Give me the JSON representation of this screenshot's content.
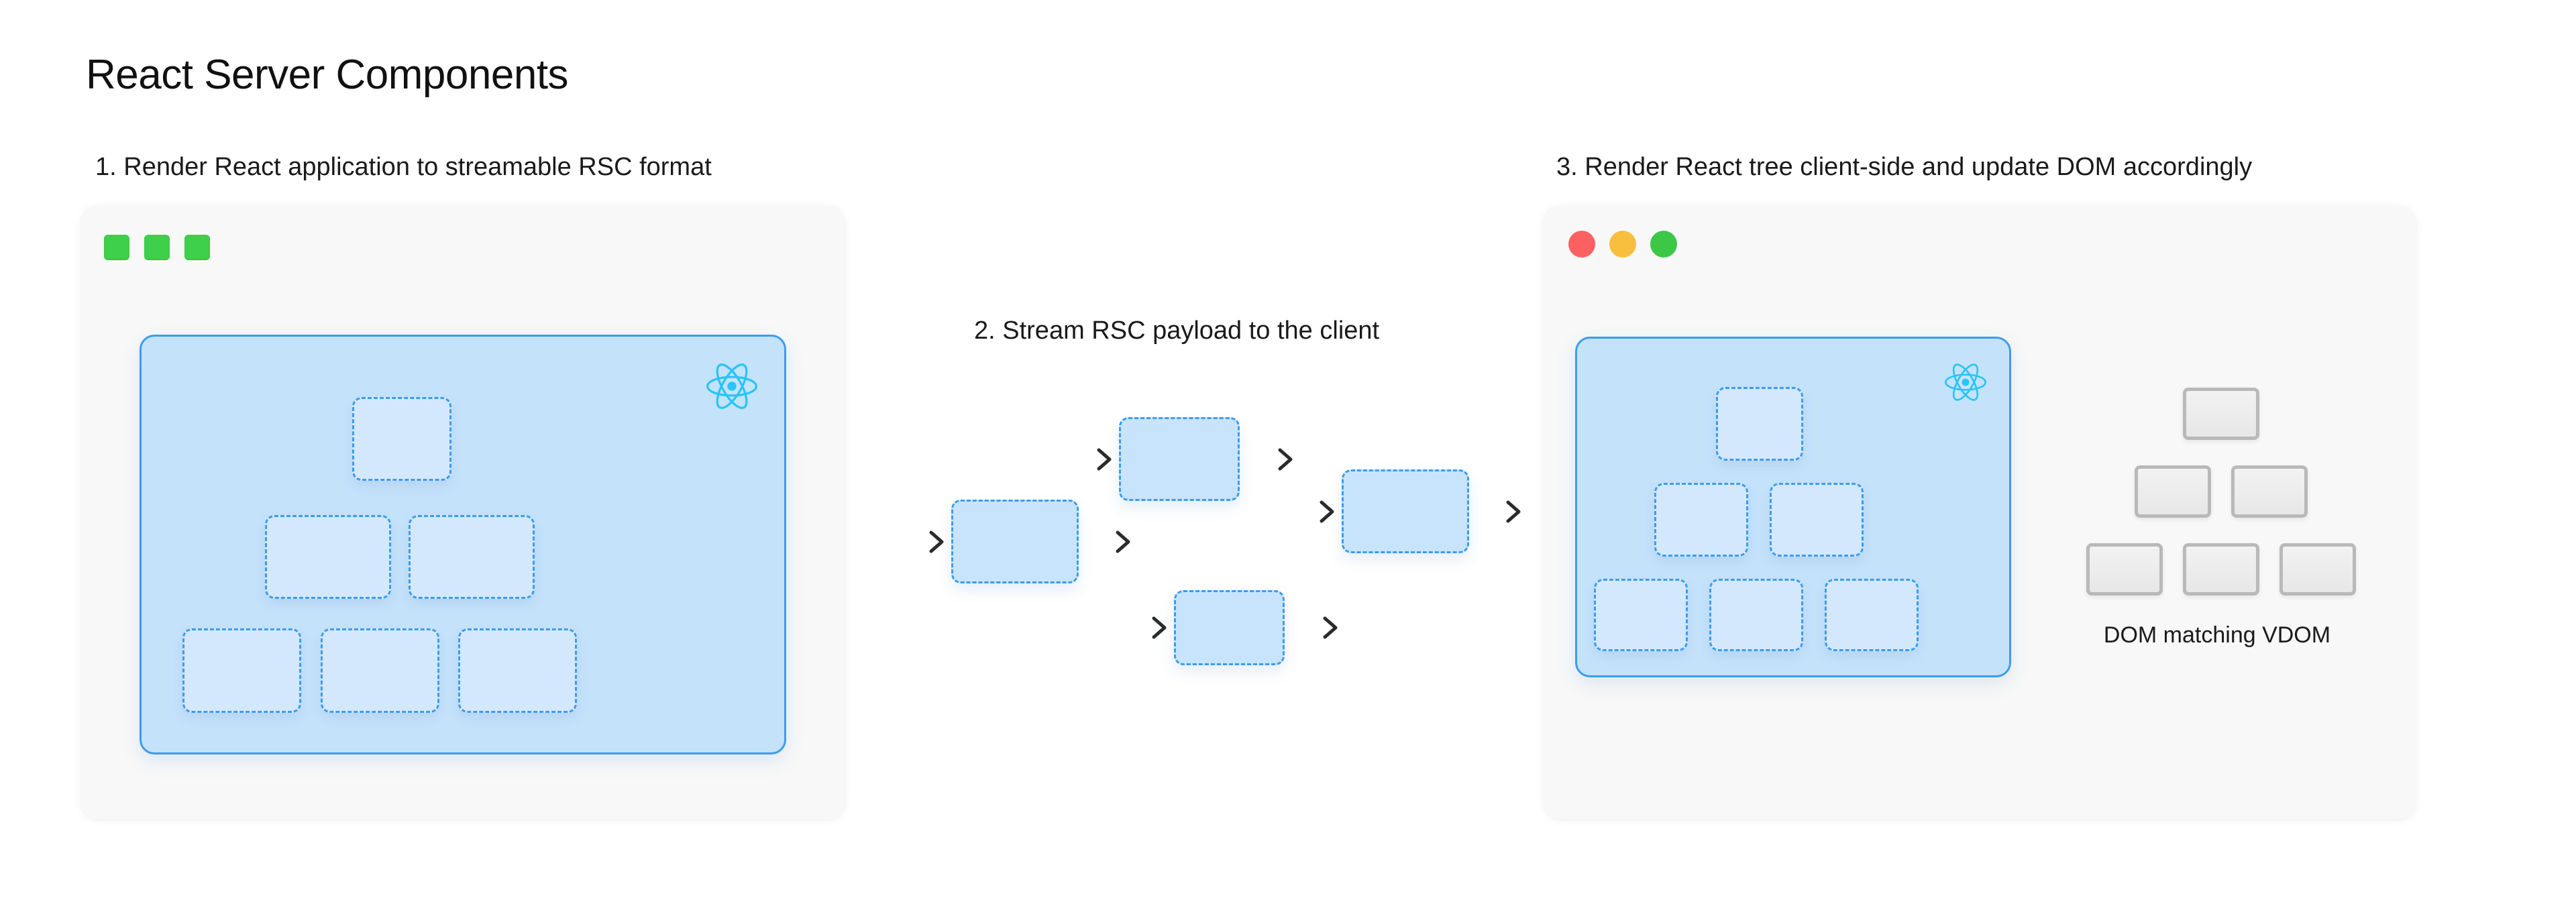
{
  "page": {
    "title": "React Server Components",
    "background_color": "#ffffff"
  },
  "colors": {
    "react_cyan": "#29c5f6",
    "node_blue_border": "#3b9cf0",
    "node_blue_fill": "#d3e8fc",
    "canvas_blue_fill": "#c5e2fb",
    "panel_gray": "#f8f8f8",
    "dot_green_square": "#3ecf4b",
    "dot_red": "#fa6160",
    "dot_yellow": "#f8bf3e",
    "dot_green": "#3cc747",
    "dom_border_gray": "#b9b9b9",
    "arrow_dark": "#2b2b2b",
    "text_dark": "#1a1a1a"
  },
  "steps": [
    {
      "number": "1",
      "caption": "1. Render React application to streamable RSC format"
    },
    {
      "number": "2",
      "caption": "2. Stream RSC payload to the client"
    },
    {
      "number": "3",
      "caption": "3. Render React tree client-side and update DOM accordingly"
    }
  ],
  "server_panel": {
    "name": "server-window",
    "window_dots": [
      {
        "icon": "window-dot-square-green",
        "shape": "square",
        "color": "#3ecf4b"
      },
      {
        "icon": "window-dot-square-green",
        "shape": "square",
        "color": "#3ecf4b"
      },
      {
        "icon": "window-dot-square-green",
        "shape": "square",
        "color": "#3ecf4b"
      }
    ],
    "react_logo_icon": "react-atom-icon",
    "tree": {
      "description": "React component tree, dashed nodes",
      "rows": [
        1,
        2,
        3
      ],
      "node_count": 6,
      "node_style": "dashed-blue"
    }
  },
  "stream_panel": {
    "name": "rsc-stream",
    "chunk_count": 4,
    "arrow_count": 8,
    "chunks": [
      {
        "id": "chunk-1",
        "style": "dashed-blue"
      },
      {
        "id": "chunk-2",
        "style": "dashed-blue"
      },
      {
        "id": "chunk-3",
        "style": "dashed-blue"
      },
      {
        "id": "chunk-4",
        "style": "dashed-blue"
      }
    ]
  },
  "client_panel": {
    "name": "client-window",
    "window_dots": [
      {
        "icon": "window-dot-close-red",
        "shape": "circle",
        "color": "#fa6160"
      },
      {
        "icon": "window-dot-minimize-yellow",
        "shape": "circle",
        "color": "#f8bf3e"
      },
      {
        "icon": "window-dot-maximize-green",
        "shape": "circle",
        "color": "#3cc747"
      }
    ],
    "react_logo_icon": "react-atom-icon",
    "vdom_tree": {
      "rows": [
        1,
        2,
        3
      ],
      "node_count": 6,
      "node_style": "dashed-blue"
    },
    "dom_tree": {
      "label": "DOM matching VDOM",
      "rows": [
        1,
        2,
        3
      ],
      "node_count": 6,
      "node_style": "solid-gray"
    }
  }
}
